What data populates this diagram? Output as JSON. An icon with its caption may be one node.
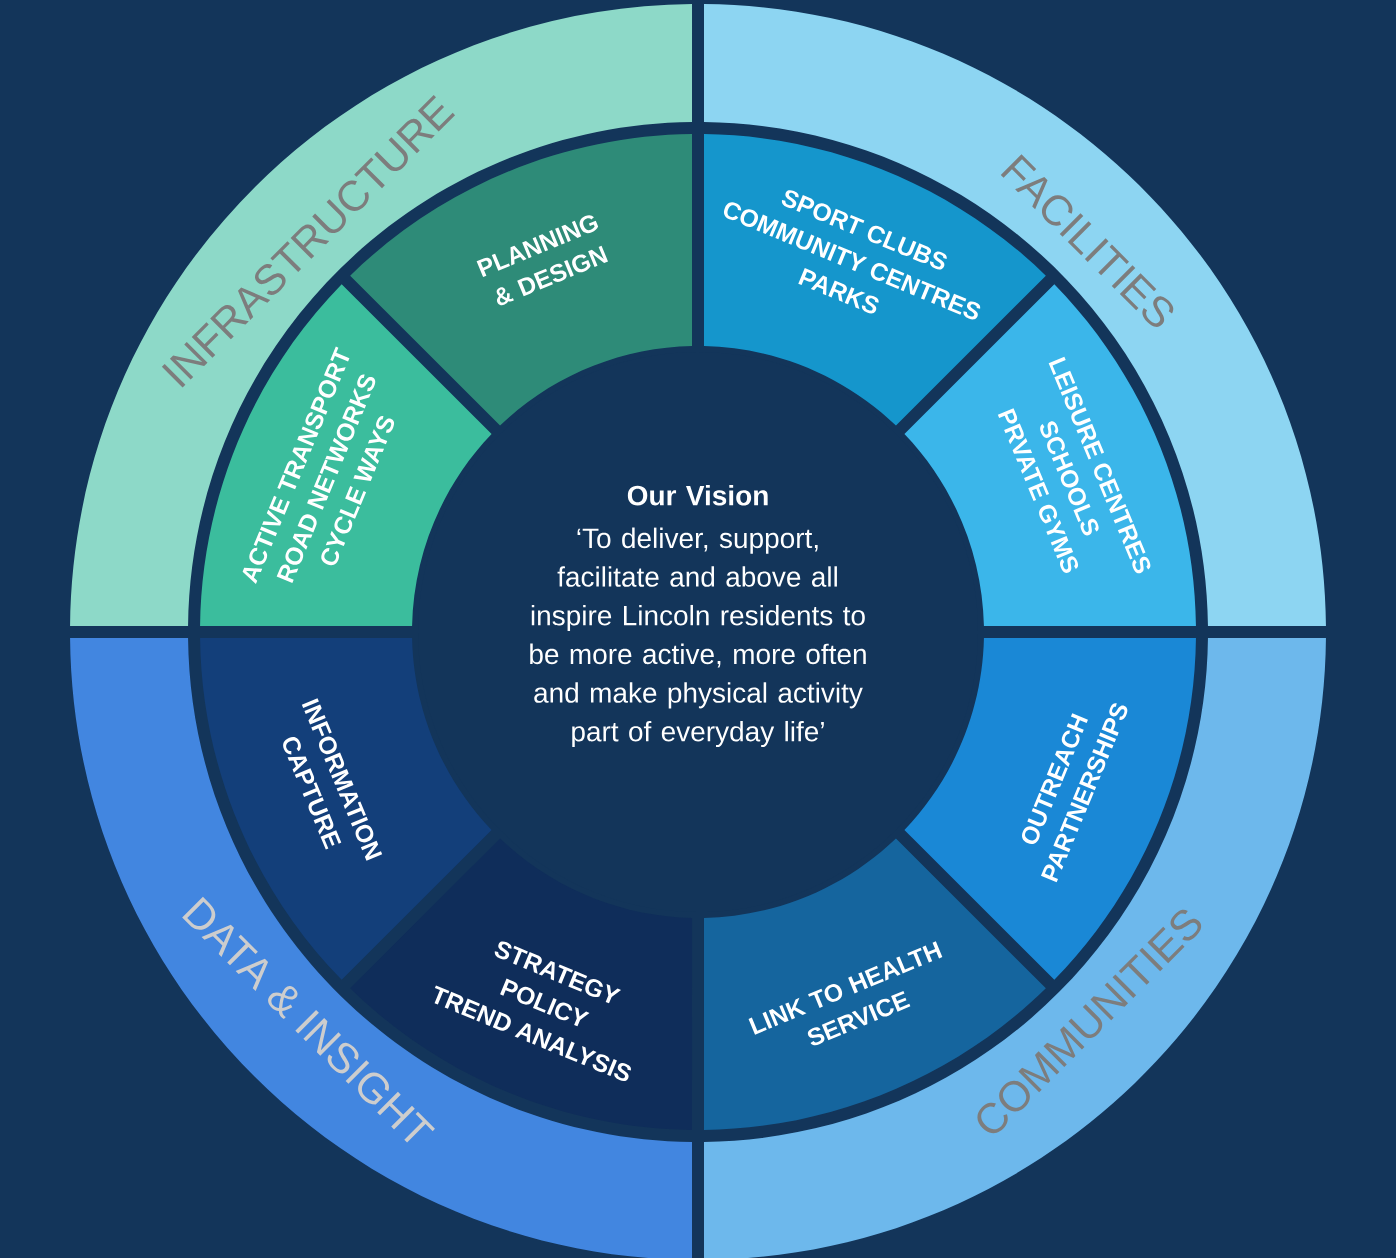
{
  "diagram": {
    "nodes": [
      {
        "text": [
          "INFRASTRUCTURE"
        ]
      },
      {
        "text": [
          "FACILITIES"
        ]
      },
      {
        "text": [
          "PLANNING & DESIGN"
        ]
      },
      {
        "text": [
          "SPORT CLUBS",
          "COMMUNITY CENTRES",
          "PARKS"
        ]
      },
      {
        "text": [
          "ACTIVE TRANSPORT",
          "ROAD NETWORKS",
          "CYCLE WAYS"
        ]
      },
      {
        "text": [
          "LEISURE CENTRES",
          "SCHOOLS",
          "PRVATE GYMS"
        ]
      },
      {
        "text": [
          "Our Vision",
          "‘To deliver, support, facilitate and above all inspire Lincoln residents to be more active, more often and make physical activity part of everyday life’"
        ]
      },
      {
        "text": [
          "INFORMATION CAPTURE"
        ]
      },
      {
        "text": [
          "OUTREACH",
          "PARTNERSHIPS"
        ]
      },
      {
        "text": [
          "STRATEGY",
          "POLICY",
          "TREND ANALYSIS"
        ]
      },
      {
        "text": [
          "LINK TO HEALTH SERVICE"
        ]
      },
      {
        "text": [
          "DATA & INSIGHT"
        ]
      },
      {
        "text": [
          "COMMUNITIES"
        ]
      }
    ]
  }
}
